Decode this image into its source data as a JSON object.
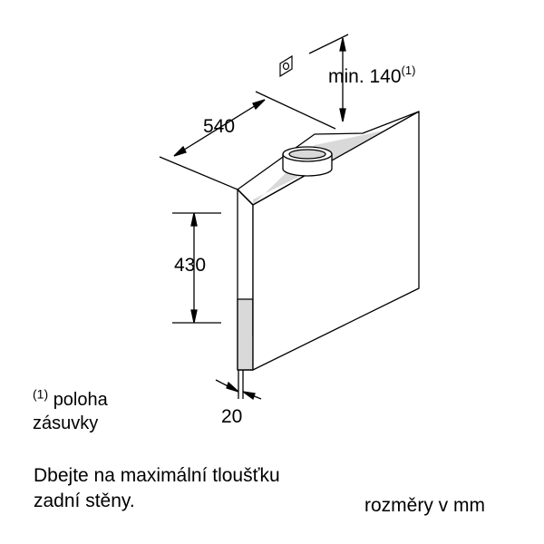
{
  "dimensions": {
    "width": "540",
    "height": "430",
    "thickness": "20",
    "chimney_min": "min. 140",
    "chimney_min_marker": "(1)"
  },
  "footnote": {
    "marker": "(1)",
    "line1": "poloha",
    "line2": "zásuvky"
  },
  "warning": {
    "line1": "Dbejte na maximální tloušťku",
    "line2": "zadní stěny."
  },
  "units_note": "rozměry v mm",
  "colors": {
    "line": "#000000",
    "panel_face": "#ffffff",
    "inner_shade": "#d9d9d9",
    "background": "#ffffff"
  }
}
